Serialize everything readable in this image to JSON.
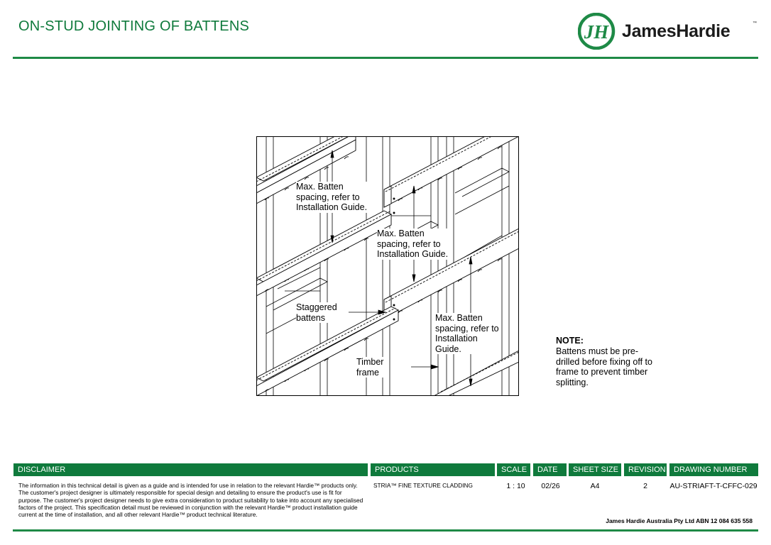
{
  "page_title": "ON-STUD JOINTING OF BATTENS",
  "logo": {
    "monogram": "JH",
    "wordmark": "JamesHardie",
    "tm": "™"
  },
  "labels": {
    "batten_spacing_1": [
      "Max. Batten",
      "spacing, refer to",
      "Installation Guide."
    ],
    "batten_spacing_2": [
      "Max. Batten",
      "spacing, refer to",
      "Installation Guide."
    ],
    "batten_spacing_3": [
      "Max. Batten",
      "spacing, refer to",
      "Installation",
      "Guide."
    ],
    "staggered": [
      "Staggered",
      "battens"
    ],
    "timber": [
      "Timber",
      "frame"
    ]
  },
  "note": {
    "heading": "NOTE:",
    "lines": [
      "Battens must be pre-",
      "drilled before fixing off to",
      "frame to prevent timber",
      "splitting."
    ]
  },
  "footer": {
    "headers": {
      "disclaimer": "DISCLAIMER",
      "products": "PRODUCTS",
      "scale": "SCALE",
      "date": "DATE",
      "sheet_size": "SHEET SIZE",
      "revision": "REVISION",
      "drawing_number": "DRAWING NUMBER"
    },
    "disclaimer_text": "The information in this technical detail is given as a guide and is intended for use in relation to the relevant Hardie™ products only. The customer's project designer is ultimately responsible for special design and detailing to ensure the product's use is fit for purpose. The customer's project designer needs to give extra consideration to product suitability to take into account any specialised factors of the project. This specification detail must be reviewed in conjunction with the relevant Hardie™ product installation guide current at the time of installation, and all other relevant Hardie™ product technical literature.",
    "products": "STRIA™ FINE TEXTURE CLADDING",
    "scale": "1 : 10",
    "date": "02/26",
    "sheet_size": "A4",
    "revision": "2",
    "drawing_number": "AU-STRIAFT-T-CFFC-029",
    "company": "James Hardie Australia Pty Ltd ABN 12 084 635 558"
  },
  "colors": {
    "brand_green": "#0f7a3c",
    "rule_green": "#1e8a46"
  }
}
